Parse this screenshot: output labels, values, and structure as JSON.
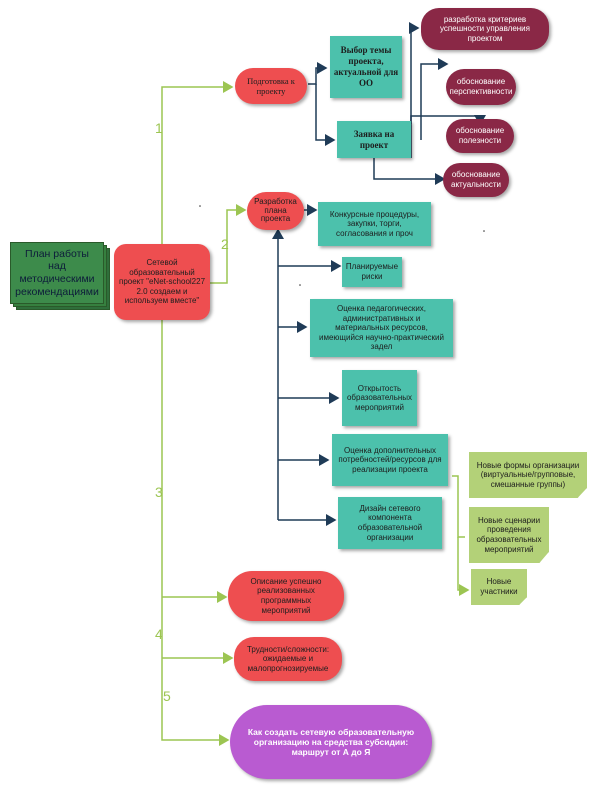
{
  "colors": {
    "connector_green": "#9cc552",
    "connector_navy": "#1f3b57",
    "red": "#ee4e50",
    "teal": "#4cc1ac",
    "maroon": "#8a2846",
    "green_doc": "#b3d178",
    "purple": "#b95bd1",
    "main_doc": "#3d8b4b"
  },
  "main_doc": "План работы над методическими рекомендациями",
  "center": "Сетевой образовательный проект \"eNet-school227 2.0 создаем и используем вместе\"",
  "numbers": [
    "1",
    "2",
    "3",
    "4",
    "5"
  ],
  "preparation": {
    "title": "Подготовка к проекту",
    "choose_topic": "Выбор темы проекта, актуальной для ОО",
    "application": "Заявка на проект",
    "criteria": "разработка критериев успешности управления проектом",
    "justifications": [
      "обоснование перспективности",
      "обоснование полезности",
      "обоснование актуальности"
    ]
  },
  "plan": {
    "title": "Разработка плана проекта",
    "items": [
      "Конкурсные процедуры, закупки, торги, согласования и проч",
      "Планируемые риски",
      "Оценка педагогических, административных и материальных ресурсов, имеющийся научно-практический задел",
      "Открытость образовательных мероприятий",
      "Оценка дополнительных потребностей/ресурсов для реализации проекта",
      "Дизайн сетевого компонента образовательной организации"
    ],
    "design_outcomes": [
      "Новые формы организации (виртуальные/групповые, смешанные группы)",
      "Новые сценарии проведения образовательных мероприятий",
      "Новые участники"
    ]
  },
  "success": "Описание успешно реализованных программных мероприятий",
  "difficulties": "Трудности/сложности: ожидаемые и малопрогнозируемые",
  "final": "Как создать сетевую образовательную организацию на средства субсидии: маршрут от А до Я"
}
